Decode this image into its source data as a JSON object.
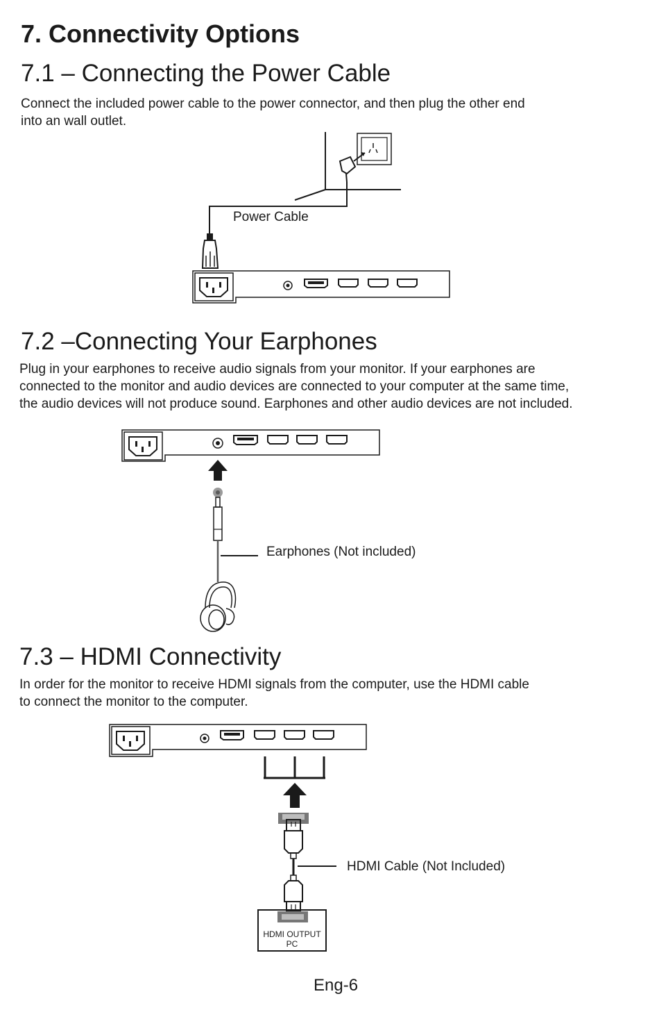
{
  "page": {
    "heading": "7. Connectivity Options",
    "footer": "Eng-6"
  },
  "sections": [
    {
      "title": "7.1 – Connecting the Power Cable",
      "paragraph": [
        "Connect the included power cable to the power connector, and then plug the other end",
        "into an  wall outlet."
      ],
      "diagram_label": "Power Cable"
    },
    {
      "title": "7.2 –Connecting Your Earphones",
      "paragraph": [
        "Plug in your earphones to receive audio signals from your monitor. If your earphones are",
        "connected to the monitor and audio devices are connected to your computer at the same time,",
        "the audio devices will not produce sound.  Earphones and other audio devices are not included."
      ],
      "diagram_label": "Earphones (Not included)"
    },
    {
      "title": "7.3 – HDMI Connectivity",
      "paragraph": [
        "In order for the monitor to receive HDMI signals from the computer, use the HDMI cable",
        " to connect   the monitor to the computer."
      ],
      "diagram_label": "HDMI Cable (Not Included)",
      "pc_box_lines": [
        "HDMI OUTPUT",
        "PC"
      ]
    }
  ],
  "icons": [
    "wall-outlet-icon",
    "power-plug-icon",
    "ac-socket-icon",
    "audio-jack-icon",
    "hdmi-port-icon",
    "up-arrow-icon",
    "headphones-icon",
    "hdmi-connector-icon"
  ]
}
